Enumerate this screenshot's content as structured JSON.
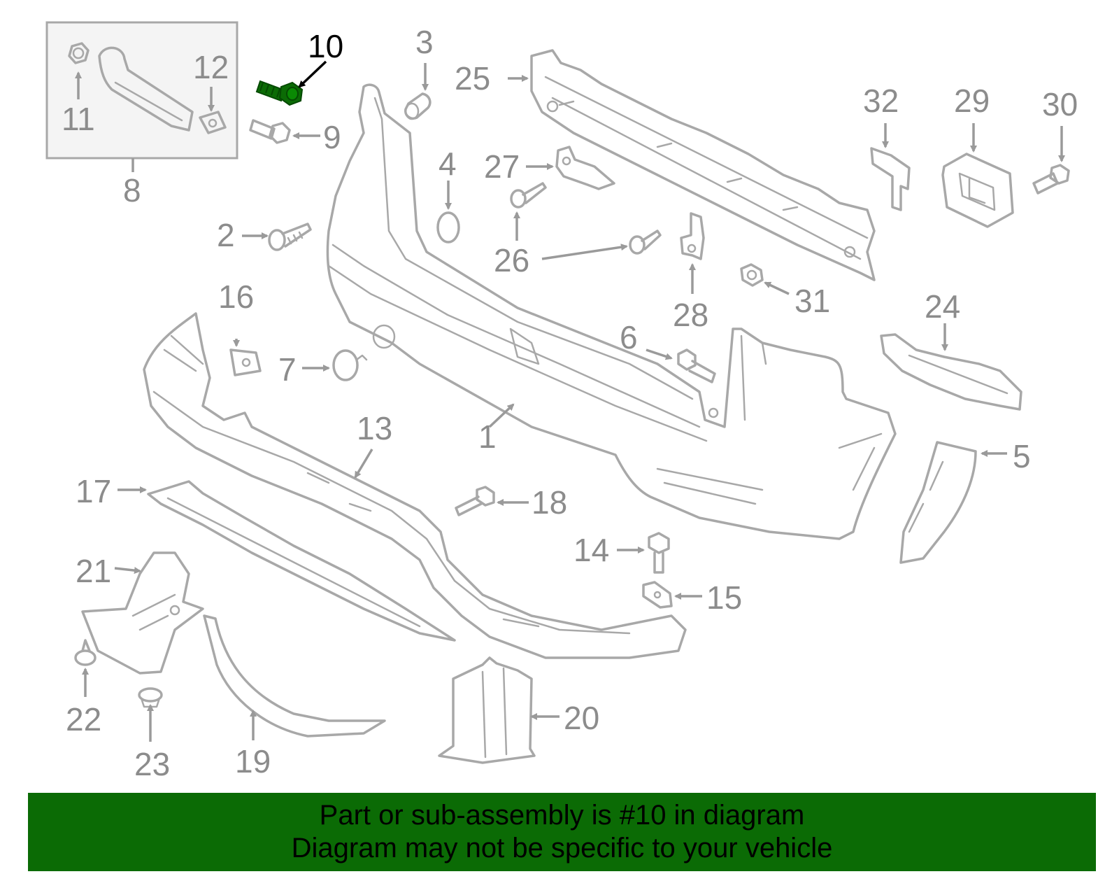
{
  "diagram": {
    "highlighted_part": "10",
    "colors": {
      "highlight": "#0b6b05",
      "part_line": "#a8a8a8",
      "label": "#8c8c8c",
      "banner_background": "#0b6b05"
    },
    "callouts": {
      "p1": "1",
      "p2": "2",
      "p3": "3",
      "p4": "4",
      "p5": "5",
      "p6": "6",
      "p7": "7",
      "p8": "8",
      "p9": "9",
      "p10": "10",
      "p11": "11",
      "p12": "12",
      "p13": "13",
      "p14": "14",
      "p15": "15",
      "p16": "16",
      "p17": "17",
      "p18": "18",
      "p19": "19",
      "p20": "20",
      "p21": "21",
      "p22": "22",
      "p23": "23",
      "p24": "24",
      "p25": "25",
      "p26": "26",
      "p27": "27",
      "p28": "28",
      "p29": "29",
      "p30": "30",
      "p31": "31",
      "p32": "32"
    }
  },
  "banner": {
    "line1": "Part or sub-assembly is #10 in diagram",
    "line2": "Diagram may not be specific to your vehicle"
  }
}
